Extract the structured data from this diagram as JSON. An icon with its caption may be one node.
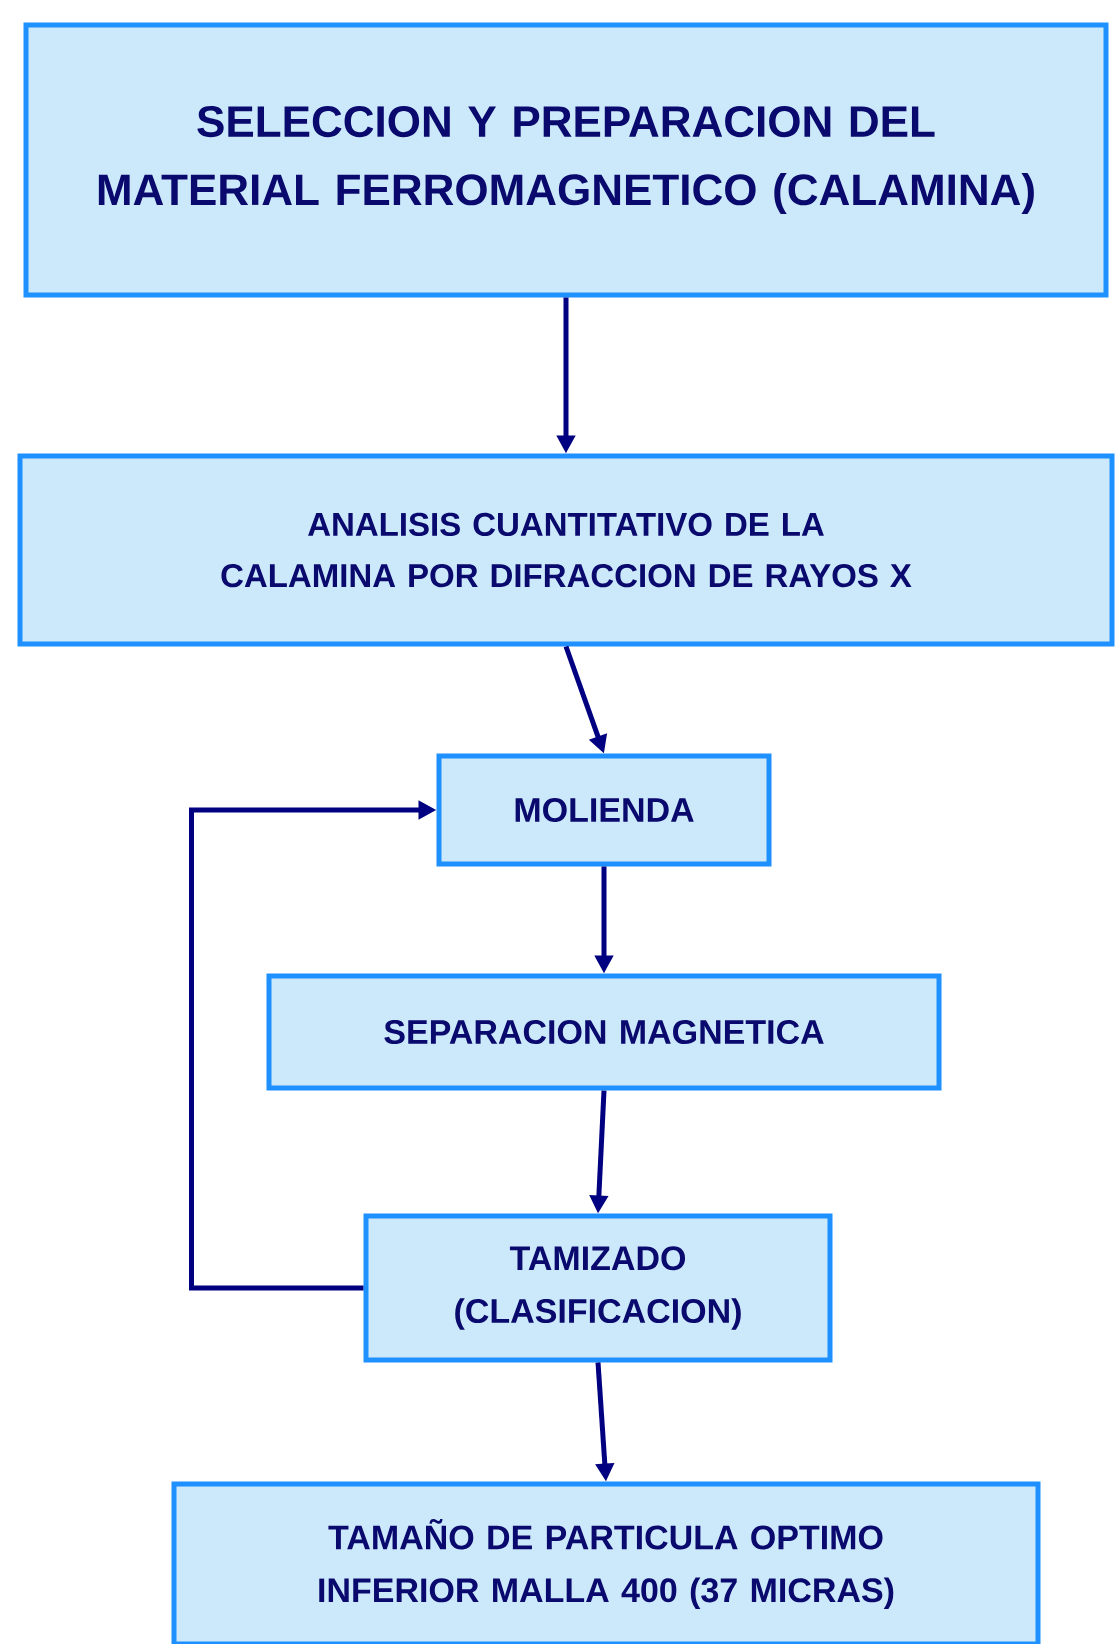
{
  "diagram": {
    "nodes": [
      {
        "text": [
          "SELECCION Y PREPARACION DEL MATERIAL FERROMAGNETICO (CALAMINA)"
        ]
      },
      {
        "text": [
          "ANALISIS CUANTITATIVO DE LA CALAMINA POR DIFRACCION DE RAYOS X"
        ]
      },
      {
        "text": [
          "MOLIENDA"
        ]
      },
      {
        "text": [
          "SEPARACION MAGNETICA"
        ]
      },
      {
        "text": [
          "TAMIZADO (CLASIFICACION)"
        ]
      },
      {
        "text": [
          "TAMAÑO DE PARTICULA OPTIMO INFERIOR MALLA 400 (37 MICRAS)"
        ]
      }
    ],
    "edges": [
      {
        "from": 0,
        "to": 1,
        "arrow": "to"
      },
      {
        "from": 1,
        "to": 2,
        "arrow": "to"
      },
      {
        "from": 2,
        "to": 3,
        "arrow": "to"
      },
      {
        "from": 3,
        "to": 4,
        "arrow": "to"
      },
      {
        "from": 4,
        "to": 5,
        "arrow": "to"
      },
      {
        "from": 4,
        "to": 2,
        "arrow": "to"
      }
    ]
  }
}
